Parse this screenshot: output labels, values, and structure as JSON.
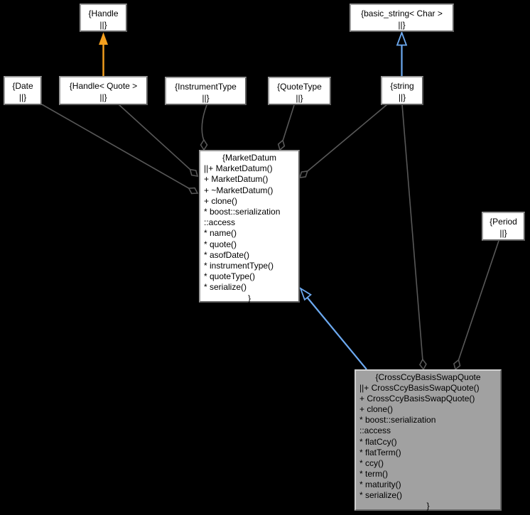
{
  "diagram": {
    "type": "uml-collaboration-graph",
    "background_color": "#000000",
    "colors": {
      "edge_gray": "#585858",
      "inheritance_blue": "#6ca9f0",
      "template_orange": "#f6a01e",
      "node_fill": "#ffffff",
      "focus_node_fill": "#a1a1a1",
      "text": "#000000"
    },
    "nodes": {
      "handle": {
        "line1": "{Handle",
        "line2": "||}"
      },
      "basic_string": {
        "line1": "{basic_string< Char >",
        "line2": "||}"
      },
      "date": {
        "line1": "{Date",
        "line2": "||}"
      },
      "handle_quote": {
        "line1": "{Handle< Quote >",
        "line2": "||}"
      },
      "instrument_type": {
        "line1": "{InstrumentType",
        "line2": "||}"
      },
      "quote_type": {
        "line1": "{QuoteType",
        "line2": "||}"
      },
      "string": {
        "line1": "{string",
        "line2": "||}"
      },
      "period": {
        "line1": "{Period",
        "line2": "||}"
      },
      "market_datum": {
        "lines": [
          "{MarketDatum",
          "||+ MarketDatum()",
          "+ MarketDatum()",
          "+ ~MarketDatum()",
          "+ clone()",
          "* boost::serialization",
          "::access",
          "* name()",
          "* quote()",
          "* asofDate()",
          "* instrumentType()",
          "* quoteType()",
          "* serialize()",
          "}"
        ]
      },
      "cross_ccy_basis_swap_quote": {
        "lines": [
          "{CrossCcyBasisSwapQuote",
          "||+ CrossCcyBasisSwapQuote()",
          "+ CrossCcyBasisSwapQuote()",
          "+ clone()",
          "* boost::serialization",
          "::access",
          "* flatCcy()",
          "* flatTerm()",
          "* ccy()",
          "* term()",
          "* maturity()",
          "* serialize()",
          "}"
        ]
      }
    },
    "edges": [
      {
        "from": "Handle< Quote >",
        "to": "Handle",
        "type": "template-instantiation",
        "color": "#f6a01e"
      },
      {
        "from": "string",
        "to": "basic_string< Char >",
        "type": "inheritance",
        "color": "#6ca9f0"
      },
      {
        "from": "CrossCcyBasisSwapQuote",
        "to": "MarketDatum",
        "type": "inheritance",
        "color": "#6ca9f0"
      },
      {
        "from": "Date",
        "to": "MarketDatum",
        "type": "aggregation",
        "color": "#585858"
      },
      {
        "from": "Handle< Quote >",
        "to": "MarketDatum",
        "type": "aggregation",
        "color": "#585858"
      },
      {
        "from": "InstrumentType",
        "to": "MarketDatum",
        "type": "aggregation",
        "color": "#585858"
      },
      {
        "from": "QuoteType",
        "to": "MarketDatum",
        "type": "aggregation",
        "color": "#585858"
      },
      {
        "from": "string",
        "to": "MarketDatum",
        "type": "aggregation",
        "color": "#585858"
      },
      {
        "from": "string",
        "to": "CrossCcyBasisSwapQuote",
        "type": "aggregation",
        "color": "#585858"
      },
      {
        "from": "Period",
        "to": "CrossCcyBasisSwapQuote",
        "type": "aggregation",
        "color": "#585858"
      }
    ]
  }
}
